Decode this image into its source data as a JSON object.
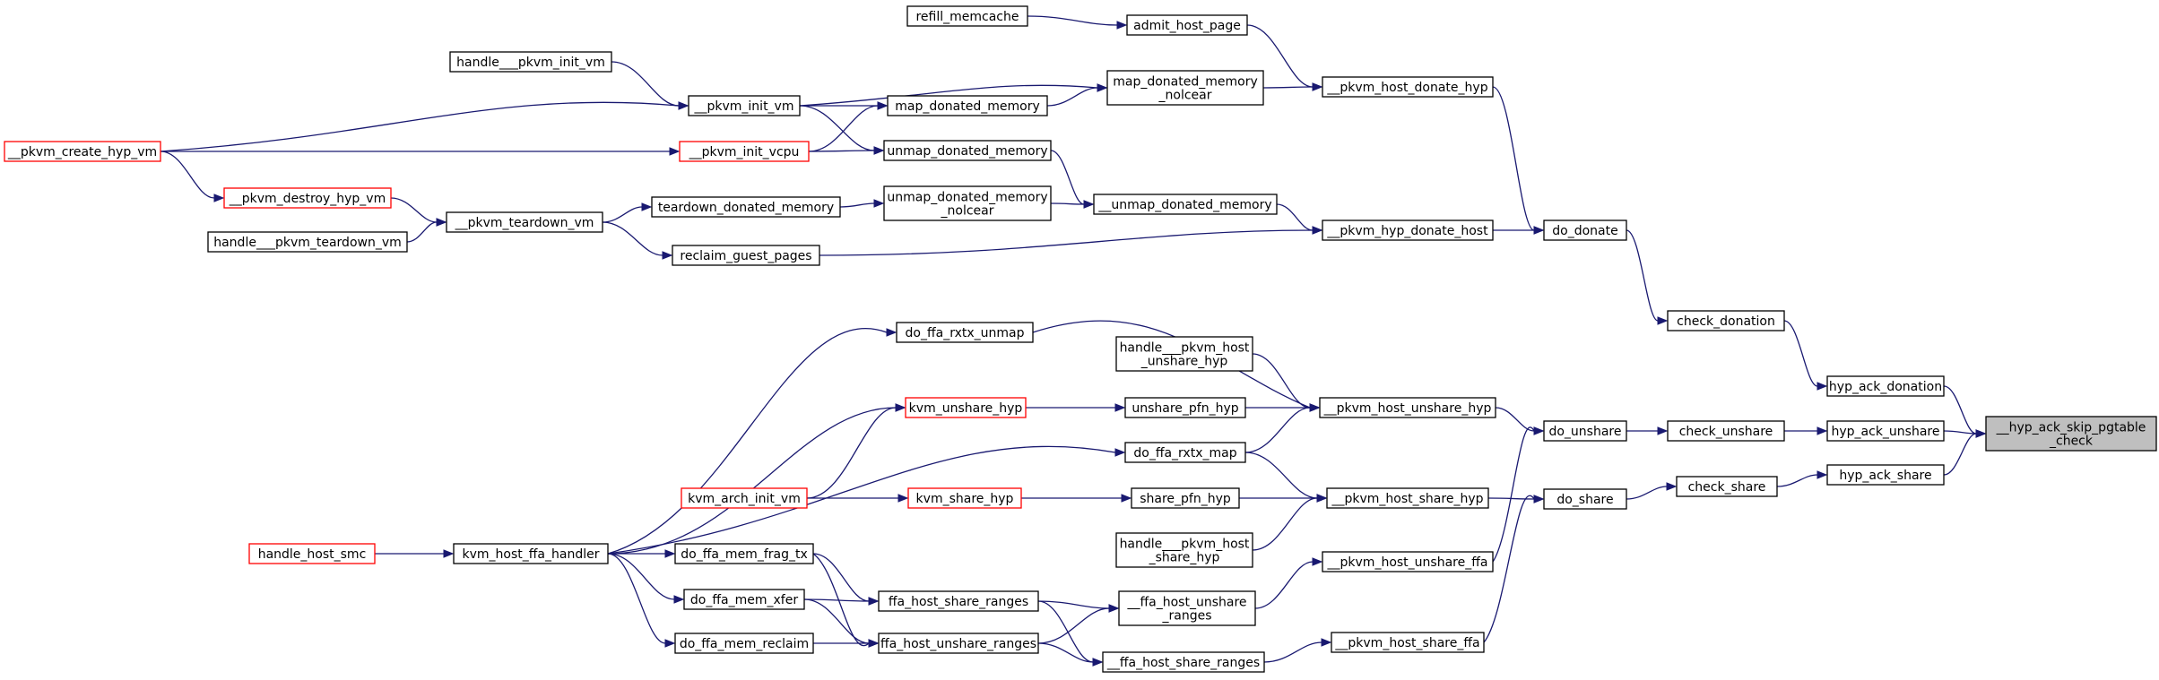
{
  "colors": {
    "edge": "#191970",
    "node_border": "#000000",
    "node_border_incomplete": "#ff0000",
    "root_fill": "#bfbfbf",
    "node_fill": "#ffffff"
  },
  "graph": {
    "nodes": [
      {
        "id": "hyp_ack_skip",
        "lines": [
          "__hyp_ack_skip_pgtable",
          "_check"
        ],
        "style": "root"
      },
      {
        "id": "hyp_ack_donation",
        "lines": [
          "hyp_ack_donation"
        ],
        "style": "normal"
      },
      {
        "id": "hyp_ack_unshare",
        "lines": [
          "hyp_ack_unshare"
        ],
        "style": "normal"
      },
      {
        "id": "hyp_ack_share",
        "lines": [
          "hyp_ack_share"
        ],
        "style": "normal"
      },
      {
        "id": "check_donation",
        "lines": [
          "check_donation"
        ],
        "style": "normal"
      },
      {
        "id": "check_unshare",
        "lines": [
          "check_unshare"
        ],
        "style": "normal"
      },
      {
        "id": "check_share",
        "lines": [
          "check_share"
        ],
        "style": "normal"
      },
      {
        "id": "do_donate",
        "lines": [
          "do_donate"
        ],
        "style": "normal"
      },
      {
        "id": "do_unshare",
        "lines": [
          "do_unshare"
        ],
        "style": "normal"
      },
      {
        "id": "do_share",
        "lines": [
          "do_share"
        ],
        "style": "normal"
      },
      {
        "id": "pkvm_host_donate_hyp",
        "lines": [
          "__pkvm_host_donate_hyp"
        ],
        "style": "normal"
      },
      {
        "id": "pkvm_hyp_donate_host",
        "lines": [
          "__pkvm_hyp_donate_host"
        ],
        "style": "normal"
      },
      {
        "id": "pkvm_host_unshare_hyp",
        "lines": [
          "__pkvm_host_unshare_hyp"
        ],
        "style": "normal"
      },
      {
        "id": "pkvm_host_share_hyp",
        "lines": [
          "__pkvm_host_share_hyp"
        ],
        "style": "normal"
      },
      {
        "id": "pkvm_host_unshare_ffa",
        "lines": [
          "__pkvm_host_unshare_ffa"
        ],
        "style": "normal"
      },
      {
        "id": "pkvm_host_share_ffa",
        "lines": [
          "__pkvm_host_share_ffa"
        ],
        "style": "normal"
      },
      {
        "id": "admit_host_page",
        "lines": [
          "admit_host_page"
        ],
        "style": "normal"
      },
      {
        "id": "refill_memcache",
        "lines": [
          "refill_memcache"
        ],
        "style": "normal"
      },
      {
        "id": "map_donated_memory_nolcear",
        "lines": [
          "map_donated_memory",
          "_nolcear"
        ],
        "style": "normal"
      },
      {
        "id": "unmap_donated_memory_hyp",
        "lines": [
          "__unmap_donated_memory"
        ],
        "style": "normal"
      },
      {
        "id": "reclaim_guest_pages",
        "lines": [
          "reclaim_guest_pages"
        ],
        "style": "normal"
      },
      {
        "id": "pkvm_init_vm",
        "lines": [
          "__pkvm_init_vm"
        ],
        "style": "normal"
      },
      {
        "id": "map_donated_memory",
        "lines": [
          "map_donated_memory"
        ],
        "style": "normal"
      },
      {
        "id": "pkvm_init_vcpu",
        "lines": [
          "__pkvm_init_vcpu"
        ],
        "style": "red"
      },
      {
        "id": "unmap_donated_memory",
        "lines": [
          "unmap_donated_memory"
        ],
        "style": "normal"
      },
      {
        "id": "handle_pkvm_init_vm",
        "lines": [
          "handle___pkvm_init_vm"
        ],
        "style": "normal"
      },
      {
        "id": "pkvm_create_hyp_vm",
        "lines": [
          "__pkvm_create_hyp_vm"
        ],
        "style": "red"
      },
      {
        "id": "unmap_donated_memory_nolcear",
        "lines": [
          "unmap_donated_memory",
          "_nolcear"
        ],
        "style": "normal"
      },
      {
        "id": "teardown_donated_memory",
        "lines": [
          "teardown_donated_memory"
        ],
        "style": "normal"
      },
      {
        "id": "pkvm_teardown_vm",
        "lines": [
          "__pkvm_teardown_vm"
        ],
        "style": "normal"
      },
      {
        "id": "pkvm_destroy_hyp_vm",
        "lines": [
          "__pkvm_destroy_hyp_vm"
        ],
        "style": "red"
      },
      {
        "id": "handle_pkvm_teardown_vm",
        "lines": [
          "handle___pkvm_teardown_vm"
        ],
        "style": "normal"
      },
      {
        "id": "do_ffa_rxtx_unmap",
        "lines": [
          "do_ffa_rxtx_unmap"
        ],
        "style": "normal"
      },
      {
        "id": "handle_pkvm_host_unshare_hyp",
        "lines": [
          "handle___pkvm_host",
          "_unshare_hyp"
        ],
        "style": "normal"
      },
      {
        "id": "unshare_pfn_hyp",
        "lines": [
          "unshare_pfn_hyp"
        ],
        "style": "normal"
      },
      {
        "id": "kvm_unshare_hyp",
        "lines": [
          "kvm_unshare_hyp"
        ],
        "style": "red"
      },
      {
        "id": "do_ffa_rxtx_map",
        "lines": [
          "do_ffa_rxtx_map"
        ],
        "style": "normal"
      },
      {
        "id": "share_pfn_hyp",
        "lines": [
          "share_pfn_hyp"
        ],
        "style": "normal"
      },
      {
        "id": "kvm_share_hyp",
        "lines": [
          "kvm_share_hyp"
        ],
        "style": "red"
      },
      {
        "id": "kvm_arch_init_vm",
        "lines": [
          "kvm_arch_init_vm"
        ],
        "style": "red"
      },
      {
        "id": "handle_pkvm_host_share_hyp",
        "lines": [
          "handle___pkvm_host",
          "_share_hyp"
        ],
        "style": "normal"
      },
      {
        "id": "ffa_host_unshare_ranges_inner",
        "lines": [
          "__ffa_host_unshare",
          "_ranges"
        ],
        "style": "normal"
      },
      {
        "id": "ffa_host_share_ranges_inner",
        "lines": [
          "__ffa_host_share_ranges"
        ],
        "style": "normal"
      },
      {
        "id": "ffa_host_share_ranges",
        "lines": [
          "ffa_host_share_ranges"
        ],
        "style": "normal"
      },
      {
        "id": "ffa_host_unshare_ranges",
        "lines": [
          "ffa_host_unshare_ranges"
        ],
        "style": "normal"
      },
      {
        "id": "do_ffa_mem_frag_tx",
        "lines": [
          "do_ffa_mem_frag_tx"
        ],
        "style": "normal"
      },
      {
        "id": "do_ffa_mem_xfer",
        "lines": [
          "do_ffa_mem_xfer"
        ],
        "style": "normal"
      },
      {
        "id": "do_ffa_mem_reclaim",
        "lines": [
          "do_ffa_mem_reclaim"
        ],
        "style": "normal"
      },
      {
        "id": "kvm_host_ffa_handler",
        "lines": [
          "kvm_host_ffa_handler"
        ],
        "style": "normal"
      },
      {
        "id": "handle_host_smc",
        "lines": [
          "handle_host_smc"
        ],
        "style": "red"
      }
    ]
  }
}
